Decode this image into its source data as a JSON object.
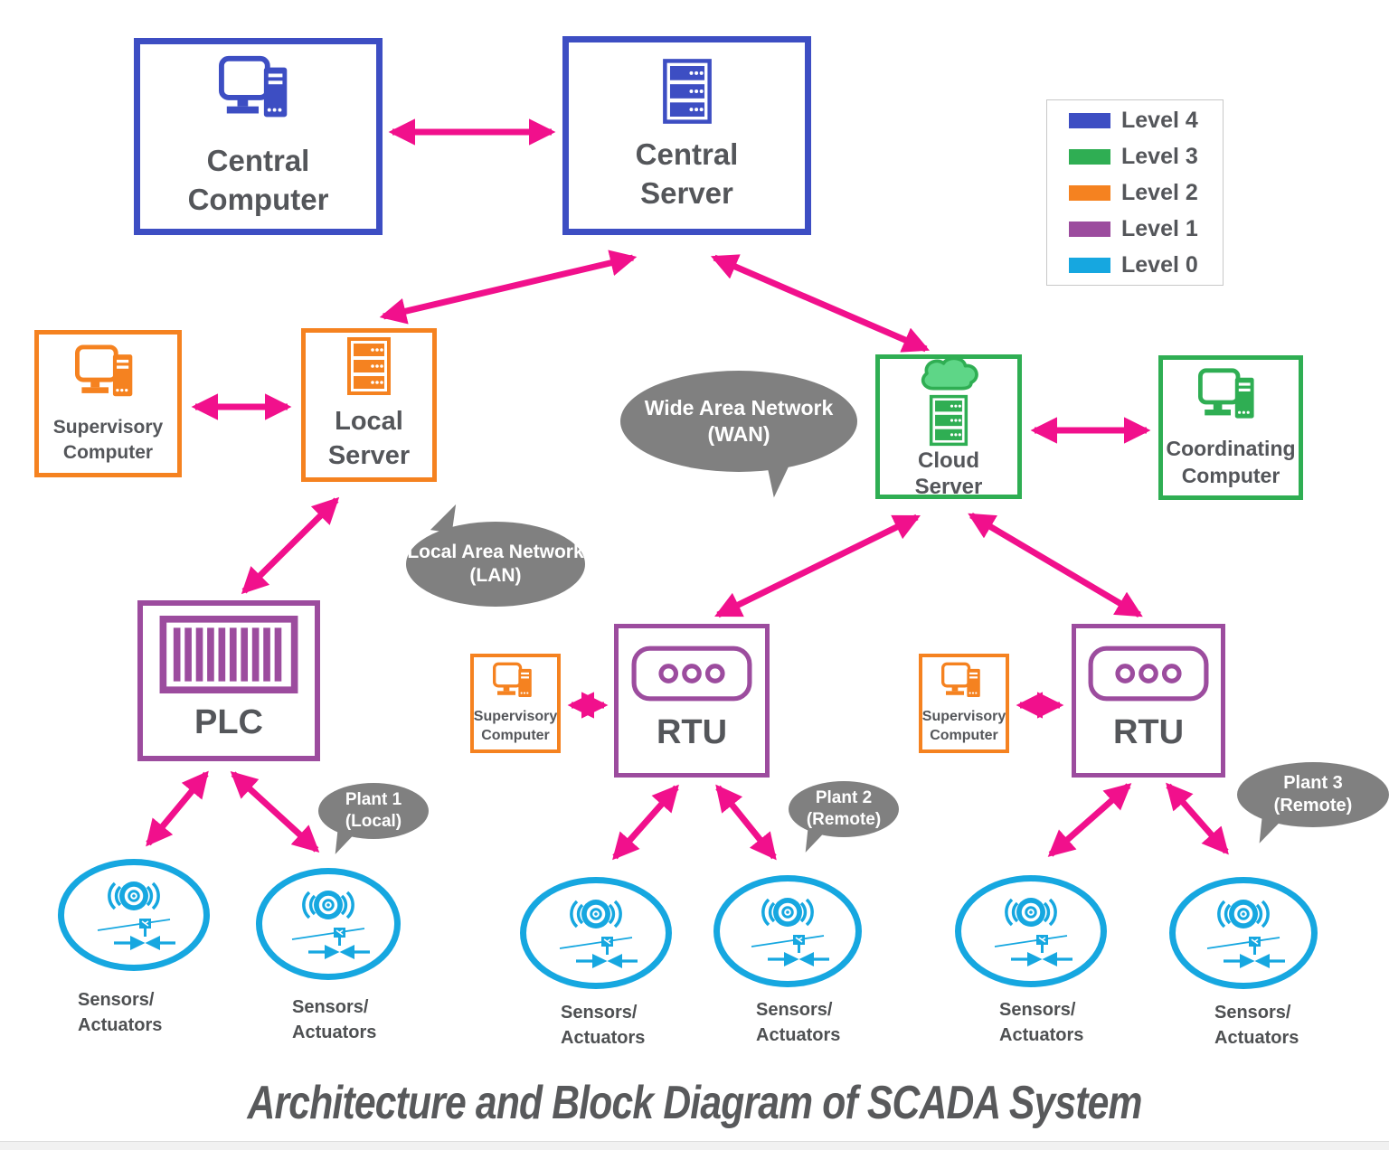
{
  "title": "Architecture and Block Diagram of SCADA System",
  "colors": {
    "level4_blue": "#3D4EC3",
    "level3_green": "#2FAE53",
    "level2_orange": "#F58220",
    "level1_purple": "#9C4C9E",
    "level0_cyan": "#16A7E0",
    "arrow_pink": "#F1108C",
    "bubble_gray": "#808080",
    "label_gray": "#54565A"
  },
  "legend": {
    "items": [
      {
        "label": "Level 4",
        "color": "#3D4EC3"
      },
      {
        "label": "Level 3",
        "color": "#2FAE53"
      },
      {
        "label": "Level 2",
        "color": "#F58220"
      },
      {
        "label": "Level 1",
        "color": "#9C4C9E"
      },
      {
        "label": "Level 0",
        "color": "#16A7E0"
      }
    ]
  },
  "nodes": {
    "central_computer": {
      "label": "Central\nComputer",
      "level": 4
    },
    "central_server": {
      "label": "Central\nServer",
      "level": 4
    },
    "supervisory_computer_1": {
      "label": "Supervisory\nComputer",
      "level": 2
    },
    "local_server": {
      "label": "Local\nServer",
      "level": 2
    },
    "cloud_server": {
      "label": "Cloud\nServer",
      "level": 3
    },
    "coordinating_computer": {
      "label": "Coordinating\nComputer",
      "level": 3
    },
    "plc": {
      "label": "PLC",
      "level": 1
    },
    "rtu_1": {
      "label": "RTU",
      "level": 1
    },
    "rtu_2": {
      "label": "RTU",
      "level": 1
    },
    "supervisory_computer_2": {
      "label": "Supervisory\nComputer",
      "level": 2
    },
    "supervisory_computer_3": {
      "label": "Supervisory\nComputer",
      "level": 2
    }
  },
  "bubbles": {
    "wan": {
      "label": "Wide Area Network\n(WAN)"
    },
    "lan": {
      "label": "Local Area Network\n(LAN)"
    },
    "plant_1": {
      "label": "Plant 1\n(Local)"
    },
    "plant_2": {
      "label": "Plant 2\n(Remote)"
    },
    "plant_3": {
      "label": "Plant 3\n(Remote)"
    }
  },
  "sensors": {
    "items": [
      {
        "label": "Sensors/\nActuators"
      },
      {
        "label": "Sensors/\nActuators"
      },
      {
        "label": "Sensors/\nActuators"
      },
      {
        "label": "Sensors/\nActuators"
      },
      {
        "label": "Sensors/\nActuators"
      },
      {
        "label": "Sensors/\nActuators"
      }
    ]
  },
  "icons": {
    "computer-icon": "monitor-with-tower",
    "server-icon": "rack-server",
    "cloud-icon": "cloud",
    "plc-rack-icon": "striped-module-rack",
    "rtu-ports-icon": "rounded-panel-three-ports",
    "sensor-actuator-icon": "wireless-sensor-with-valve"
  }
}
